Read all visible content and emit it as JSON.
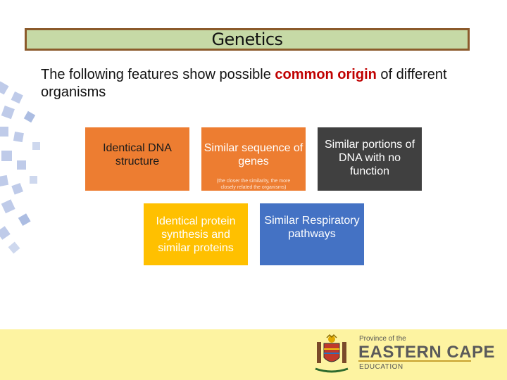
{
  "slide": {
    "title": "Genetics",
    "intro_before": "The following features show possible ",
    "intro_highlight": "common origin",
    "intro_after": " of different organisms"
  },
  "boxes": [
    {
      "label": "Identical DNA structure"
    },
    {
      "label": "Similar sequence of genes",
      "note": "(the closer the similarity, the more closely related the organisms)"
    },
    {
      "label": "Similar portions of DNA with no function"
    },
    {
      "label": "Identical protein synthesis and similar proteins"
    },
    {
      "label": "Similar Respiratory pathways"
    }
  ],
  "footer": {
    "province_label": "Province of the",
    "province_name": "EASTERN CAPE",
    "department": "EDUCATION"
  },
  "colors": {
    "title_bg": "#c6d9a6",
    "title_border": "#8b5a2b",
    "highlight": "#c00000",
    "orange": "#ed7d31",
    "dark_gray": "#404040",
    "gold": "#ffc000",
    "blue": "#4472c4",
    "footer_bg": "#fdf3a1"
  }
}
